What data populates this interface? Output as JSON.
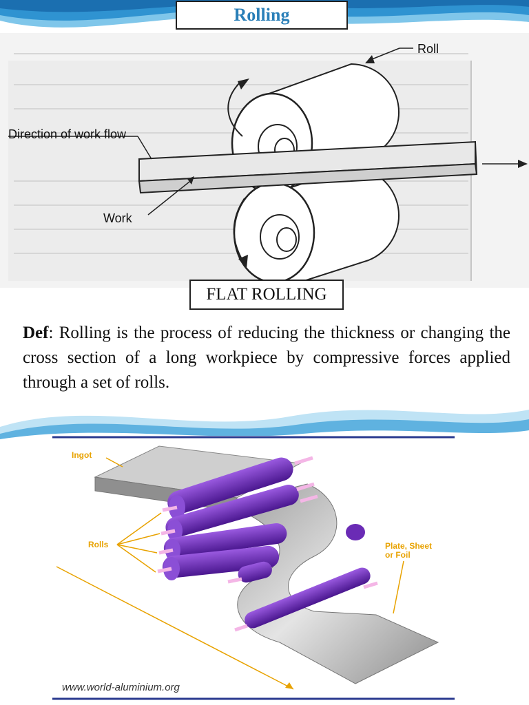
{
  "slide": {
    "title": "Rolling",
    "accent_color": "#2a7fb8"
  },
  "figure_top": {
    "roll_label": "Roll",
    "flow_label": "Direction of work flow",
    "work_label": "Work",
    "caption": "FLAT ROLLING"
  },
  "definition": {
    "term": "Def",
    "text": ": Rolling is the process of reducing the thickness or changing the cross section of a long workpiece by compressive forces applied through a set of rolls."
  },
  "figure_bottom": {
    "ingot_label": "Ingot",
    "rolls_label": "Rolls",
    "plate_label_line1": "Plate, Sheet",
    "plate_label_line2": "or Foil",
    "source": "www.world-aluminium.org",
    "roll_color": "#6a2bb5",
    "label_color": "#e8a200"
  }
}
